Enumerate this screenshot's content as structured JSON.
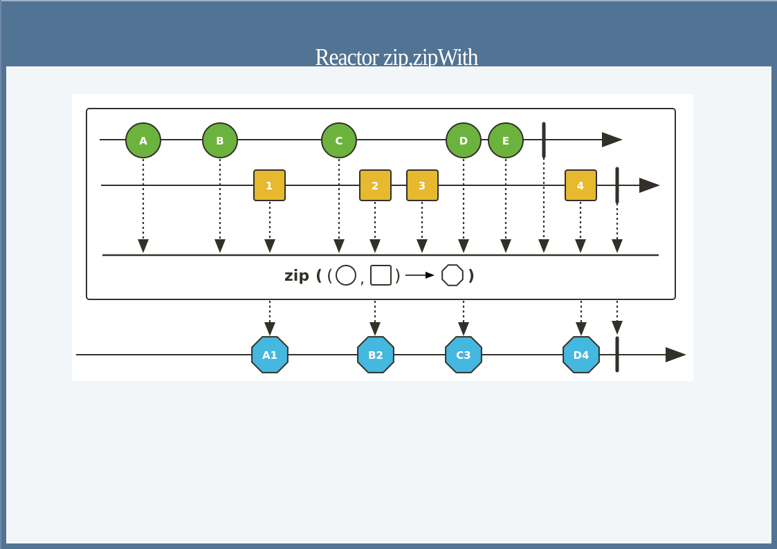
{
  "page": {
    "title": "Reactor zip,zipWith"
  },
  "diagram": {
    "colors": {
      "circle_fill": "#6cb33e",
      "square_fill": "#e6b92e",
      "octagon_fill": "#45b8e0",
      "stroke": "#333029",
      "header_bg": "#517394",
      "content_bg": "#f2f6f9"
    },
    "source1": {
      "items": [
        "A",
        "B",
        "C",
        "D",
        "E"
      ],
      "completes": true
    },
    "source2": {
      "items": [
        "1",
        "2",
        "3",
        "4"
      ],
      "completes": true
    },
    "operator": {
      "keyword": "zip",
      "open": "(",
      "close": ")",
      "comma": ","
    },
    "output": {
      "items": [
        "A1",
        "B2",
        "C3",
        "D4"
      ],
      "completes": true
    }
  }
}
